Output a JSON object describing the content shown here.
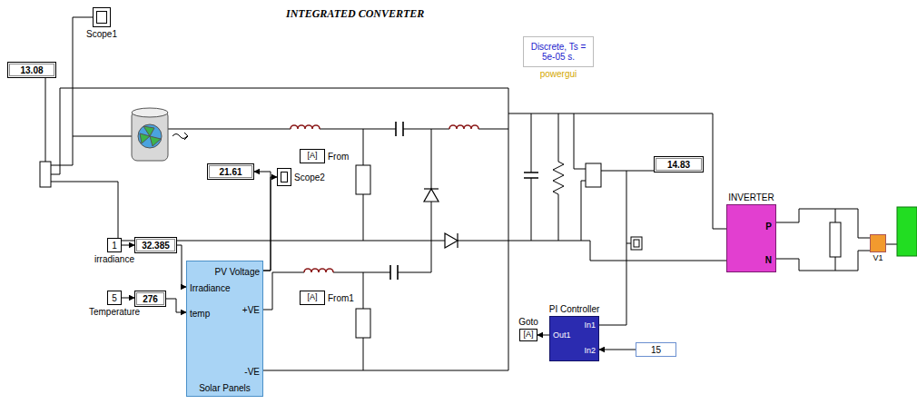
{
  "diagram": {
    "title": "INTEGRATED CONVERTER",
    "nodes": [
      {
        "text": [
          "Scope1"
        ]
      },
      {
        "text": [
          "13.08"
        ]
      },
      {
        "text": [
          "Discrete, Ts = 5e-05 s.",
          "powergui"
        ]
      },
      {
        "text": [
          "[A]",
          "From"
        ]
      },
      {
        "text": [
          "21.61"
        ]
      },
      {
        "text": [
          "Scope2"
        ]
      },
      {
        "text": [
          "14.83"
        ]
      },
      {
        "text": [
          "INVERTER",
          "P",
          "N"
        ]
      },
      {
        "text": [
          "V1"
        ]
      },
      {
        "text": [
          "1",
          "irradiance"
        ]
      },
      {
        "text": [
          "32.385"
        ]
      },
      {
        "text": [
          "PV Voltage",
          "+VE",
          "-VE",
          "Irradiance",
          "temp",
          "Solar Panels"
        ]
      },
      {
        "text": [
          "5",
          "Temperature"
        ]
      },
      {
        "text": [
          "276"
        ]
      },
      {
        "text": [
          "[A]",
          "From1"
        ]
      },
      {
        "text": [
          "PI Controller",
          "In1",
          "Out1",
          "In2"
        ]
      },
      {
        "text": [
          "[A]",
          "Goto"
        ]
      },
      {
        "text": [
          "15"
        ]
      }
    ],
    "edges": [
      {
        "from": 9,
        "to": 10,
        "arrow": "to"
      },
      {
        "from": 10,
        "to": 11,
        "arrow": "to"
      },
      {
        "from": 12,
        "to": 13,
        "arrow": "to"
      },
      {
        "from": 13,
        "to": 11,
        "arrow": "to"
      },
      {
        "from": 11,
        "to": 4,
        "arrow": "to"
      },
      {
        "from": 11,
        "to": 5,
        "arrow": "to"
      },
      {
        "from": 15,
        "to": 16,
        "arrow": "to"
      },
      {
        "from": 17,
        "to": 15,
        "arrow": "to"
      }
    ]
  }
}
